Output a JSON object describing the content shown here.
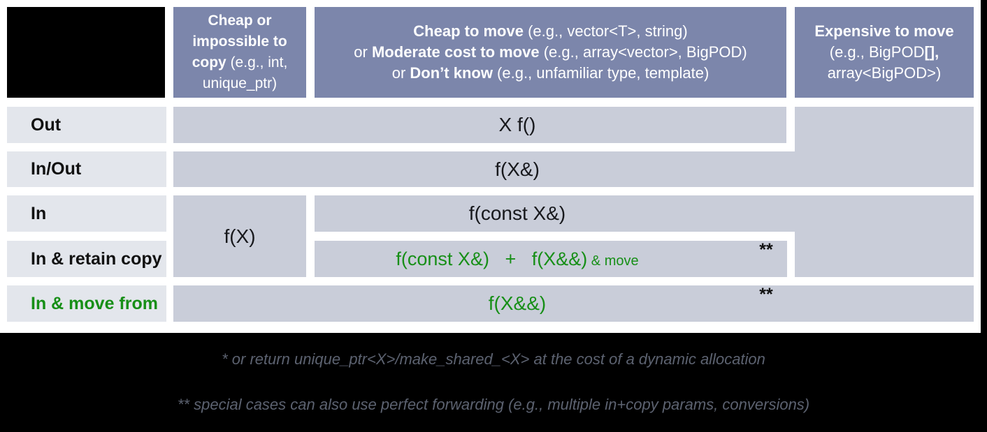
{
  "colors": {
    "header_bg": "#7c86ab",
    "cell_bg": "#c9cdd9",
    "label_bg": "#e3e6ec",
    "green": "#178f17",
    "footnote": "#5c6270",
    "black": "#000000"
  },
  "table": {
    "corner": "",
    "columns": [
      {
        "segments": [
          {
            "text": "Cheap or\nimpossible to\ncopy",
            "bold": true
          },
          {
            "text": " (e.g., int,\nunique_ptr)",
            "bold": false
          }
        ]
      },
      {
        "segments": [
          {
            "text": "Cheap to move",
            "bold": true
          },
          {
            "text": " (e.g., vector<T>, string)\nor ",
            "bold": false
          },
          {
            "text": "Moderate cost to move",
            "bold": true
          },
          {
            "text": " (e.g., array<vector>, BigPOD)\nor ",
            "bold": false
          },
          {
            "text": "Don’t know",
            "bold": true
          },
          {
            "text": " (e.g., unfamiliar type, template)",
            "bold": false
          }
        ]
      },
      {
        "segments": [
          {
            "text": "Expensive to move",
            "bold": true
          },
          {
            "text": "\n(e.g., BigPOD",
            "bold": false
          },
          {
            "text": "[],",
            "bold": true
          },
          {
            "text": "\narray<BigPOD>)",
            "bold": false
          }
        ]
      }
    ],
    "rows": [
      {
        "label": "Out"
      },
      {
        "label": "In/Out"
      },
      {
        "label": "In"
      },
      {
        "label": "In & retain copy"
      },
      {
        "label": "In & move from"
      }
    ],
    "cells": {
      "out_return": "X f()",
      "inout_ref": "f(X&)",
      "in_byvalue": "f(X)",
      "in_constref": "f(const X&)",
      "retain_segments": [
        {
          "text": "f(const X&)   +   f(X&&)"
        },
        {
          "text": " & move",
          "small": true
        }
      ],
      "move_rvref": "f(X&&)",
      "double_star": "**"
    }
  },
  "footnotes": [
    "* or return unique_ptr<X>/make_shared_<X> at the cost of a dynamic allocation",
    "** special cases can also use perfect forwarding (e.g., multiple in+copy params, conversions)"
  ]
}
